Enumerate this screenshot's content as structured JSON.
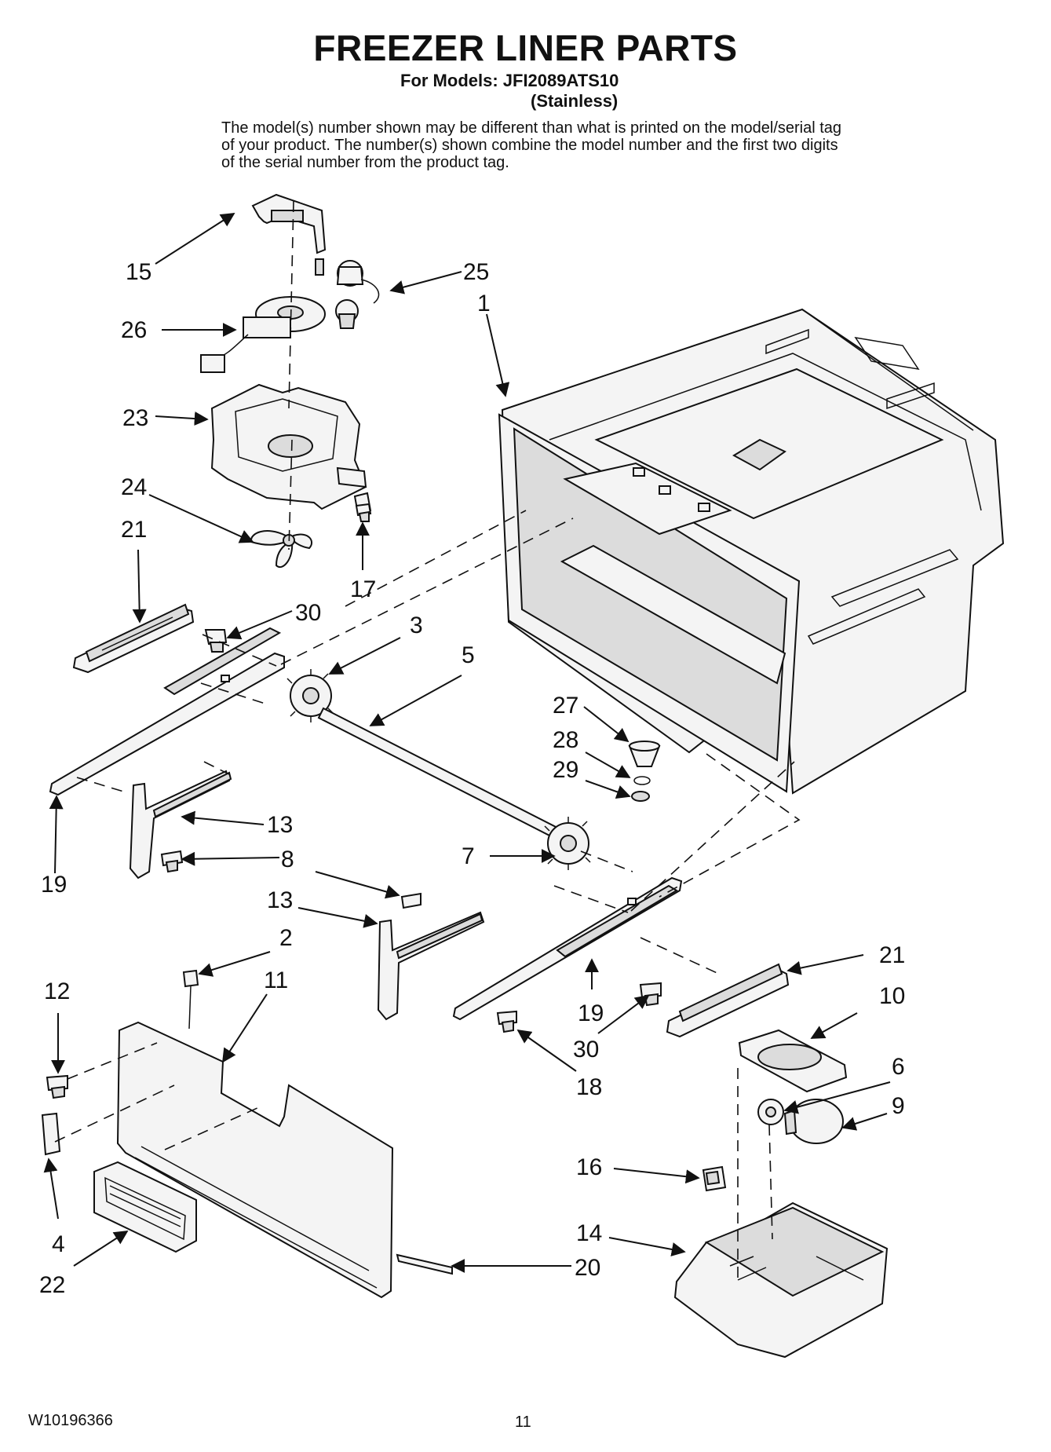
{
  "header": {
    "title": "FREEZER LINER PARTS",
    "models_line": "For Models: JFI2089ATS10",
    "variant": "(Stainless)",
    "note": "The model(s) number shown may be different than what is printed on the model/serial tag of your product. The number(s) shown combine the model number and the first two digits of the serial number from the product tag."
  },
  "footer": {
    "doc_code": "W10196366",
    "page": "11"
  },
  "callouts": [
    "15",
    "25",
    "26",
    "1",
    "23",
    "24",
    "21",
    "17",
    "30",
    "3",
    "5",
    "27",
    "28",
    "29",
    "13",
    "8",
    "19",
    "7",
    "13",
    "2",
    "21",
    "12",
    "11",
    "10",
    "19",
    "30",
    "6",
    "18",
    "9",
    "16",
    "14",
    "4",
    "20",
    "22"
  ]
}
